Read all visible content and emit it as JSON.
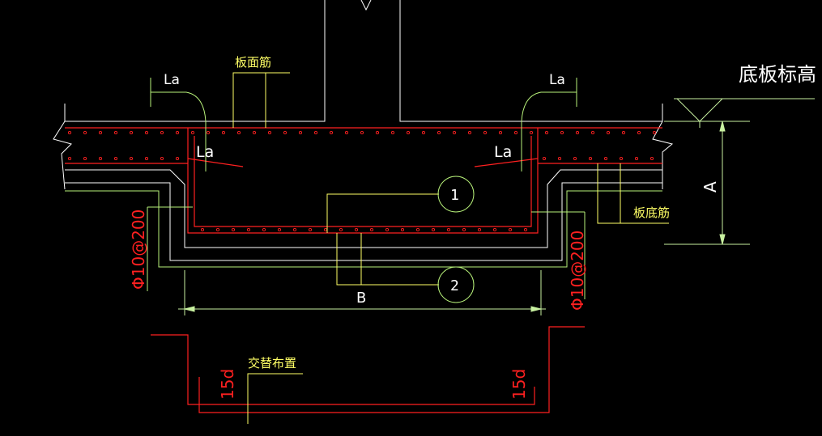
{
  "labels": {
    "slab_top_rebar": "板面筋",
    "slab_bottom_rebar": "板底筋",
    "bottom_elevation": "底板标高",
    "staggered": "交替布置",
    "la": "La",
    "dim_a": "A",
    "dim_b": "B",
    "stirrup_spec": "Φ10@200",
    "hook_len": "15d",
    "circle_1": "1",
    "circle_2": "2"
  },
  "colors": {
    "background": "#000000",
    "outline": "#ffffff",
    "green": "#b8f27a",
    "yellow": "#ffff66",
    "red": "#ff2020",
    "dim": "#c8f0a0",
    "text": "#ffffff"
  }
}
